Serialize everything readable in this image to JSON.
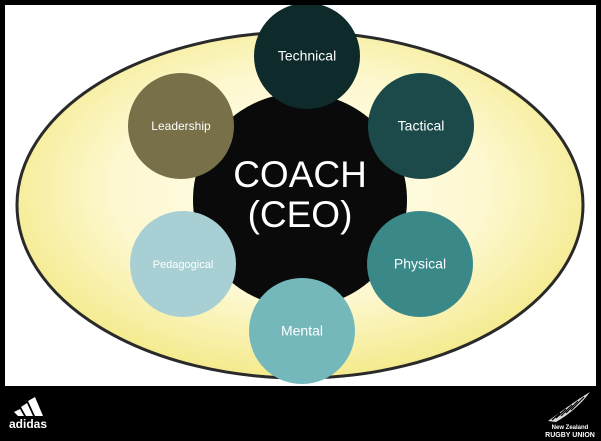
{
  "diagram": {
    "center": {
      "line1": "COACH",
      "line2": "(CEO)",
      "color": "#0a0a0a"
    },
    "nodes": [
      {
        "id": "technical",
        "label": "Technical",
        "color": "#0e2a2a"
      },
      {
        "id": "tactical",
        "label": "Tactical",
        "color": "#1c4a4a"
      },
      {
        "id": "physical",
        "label": "Physical",
        "color": "#3a8888"
      },
      {
        "id": "mental",
        "label": "Mental",
        "color": "#74b8bc"
      },
      {
        "id": "pedagogical",
        "label": "Pedagogical",
        "color": "#a8d0d4"
      },
      {
        "id": "leadership",
        "label": "Leadership",
        "color": "#777048"
      }
    ],
    "ellipse": {
      "fill_inner": "#fffce8",
      "fill_outer": "#f3ea85",
      "stroke": "#2a2a2a"
    }
  },
  "footer": {
    "left_logo": {
      "text": "adidas",
      "icon": "adidas-logo-icon"
    },
    "right_logo": {
      "line1": "New Zealand",
      "line2": "RUGBY UNION",
      "icon": "silver-fern-icon"
    }
  }
}
